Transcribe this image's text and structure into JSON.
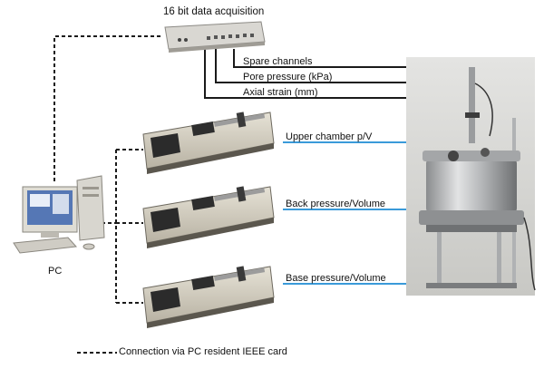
{
  "daq": {
    "label": "16 bit data acquisition"
  },
  "channels": [
    {
      "label": "Spare channels"
    },
    {
      "label": "Pore pressure (kPa)"
    },
    {
      "label": "Axial strain (mm)"
    }
  ],
  "controllers": [
    {
      "label": "Upper chamber p/V"
    },
    {
      "label": "Back pressure/Volume"
    },
    {
      "label": "Base pressure/Volume"
    }
  ],
  "pc": {
    "label": "PC"
  },
  "legend": {
    "label": "Connection via PC resident IEEE card"
  },
  "colors": {
    "controller_line": "#3a9ad9",
    "signal_line": "#1a1a1a",
    "ieee_dashed": "#1a1a1a"
  }
}
